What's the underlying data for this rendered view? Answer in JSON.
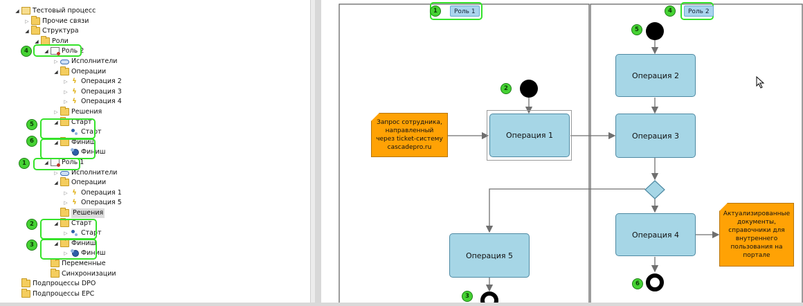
{
  "tree": {
    "items": [
      {
        "label": "Тестовый процесс",
        "indent": 0,
        "expander": "expanded",
        "icon": "process-icon"
      },
      {
        "label": "Прочие связи",
        "indent": 1,
        "expander": "collapsed",
        "icon": "folder-icon"
      },
      {
        "label": "Структура",
        "indent": 1,
        "expander": "expanded",
        "icon": "folder-icon"
      },
      {
        "label": "Роли",
        "indent": 2,
        "expander": "expanded",
        "icon": "folder-icon"
      },
      {
        "label": "Роль 2",
        "indent": 3,
        "expander": "expanded",
        "icon": "role-icon"
      },
      {
        "label": "Исполнители",
        "indent": 4,
        "expander": "collapsed",
        "icon": "performers-icon"
      },
      {
        "label": "Операции",
        "indent": 4,
        "expander": "expanded",
        "icon": "folder-icon"
      },
      {
        "label": "Операция 2",
        "indent": 5,
        "expander": "collapsed",
        "icon": "operation-icon"
      },
      {
        "label": "Операция 3",
        "indent": 5,
        "expander": "collapsed",
        "icon": "operation-icon"
      },
      {
        "label": "Операция 4",
        "indent": 5,
        "expander": "collapsed",
        "icon": "operation-icon"
      },
      {
        "label": "Решения",
        "indent": 4,
        "expander": "collapsed",
        "icon": "folder-icon"
      },
      {
        "label": "Старт",
        "indent": 4,
        "expander": "expanded",
        "icon": "folder-icon"
      },
      {
        "label": "Старт",
        "indent": 5,
        "expander": "none",
        "icon": "start-icon"
      },
      {
        "label": "Финиш",
        "indent": 4,
        "expander": "expanded",
        "icon": "folder-icon"
      },
      {
        "label": "Финиш",
        "indent": 5,
        "expander": "none",
        "icon": "finish-icon"
      },
      {
        "label": "Роль 1",
        "indent": 3,
        "expander": "expanded",
        "icon": "role-icon"
      },
      {
        "label": "Исполнители",
        "indent": 4,
        "expander": "collapsed",
        "icon": "performers-icon"
      },
      {
        "label": "Операции",
        "indent": 4,
        "expander": "expanded",
        "icon": "folder-icon"
      },
      {
        "label": "Операция 1",
        "indent": 5,
        "expander": "collapsed",
        "icon": "operation-icon"
      },
      {
        "label": "Операция 5",
        "indent": 5,
        "expander": "collapsed",
        "icon": "operation-icon"
      },
      {
        "label": "Решения",
        "indent": 4,
        "expander": "none",
        "icon": "folder-icon",
        "selected": true
      },
      {
        "label": "Старт",
        "indent": 4,
        "expander": "expanded",
        "icon": "folder-icon"
      },
      {
        "label": "Старт",
        "indent": 5,
        "expander": "collapsed",
        "icon": "start-icon"
      },
      {
        "label": "Финиш",
        "indent": 4,
        "expander": "expanded",
        "icon": "folder-icon"
      },
      {
        "label": "Финиш",
        "indent": 5,
        "expander": "collapsed",
        "icon": "finish-icon"
      },
      {
        "label": "Переменные",
        "indent": 3,
        "expander": "none",
        "icon": "folder-icon"
      },
      {
        "label": "Синхронизации",
        "indent": 3,
        "expander": "none",
        "icon": "folder-icon"
      },
      {
        "label": "Подпроцессы DPO",
        "indent": 0,
        "expander": "none",
        "icon": "folder-icon"
      },
      {
        "label": "Подпроцессы EPC",
        "indent": 0,
        "expander": "none",
        "icon": "folder-icon"
      }
    ],
    "badges": [
      "4",
      "5",
      "6",
      "1",
      "2",
      "3"
    ]
  },
  "diagram": {
    "roles": [
      {
        "label": "Роль 1",
        "badge": "1"
      },
      {
        "label": "Роль 2",
        "badge": "4"
      }
    ],
    "operations": [
      "Операция 1",
      "Операция 2",
      "Операция 3",
      "Операция 4",
      "Операция 5"
    ],
    "notes": [
      "Запрос сотрудника, направленный через ticket-систему cascadepro.ru",
      "Актуализированные документы, справочники для внутреннего пользования на портале"
    ],
    "event_badges": {
      "start_role1": "2",
      "finish_role1": "3",
      "start_role2": "5",
      "finish_role2": "6"
    }
  },
  "colors": {
    "highlight": "#35e22a",
    "operation_fill": "#a6d6e6",
    "note_fill": "#ffa205",
    "role_label_fill": "#aad4ee"
  }
}
